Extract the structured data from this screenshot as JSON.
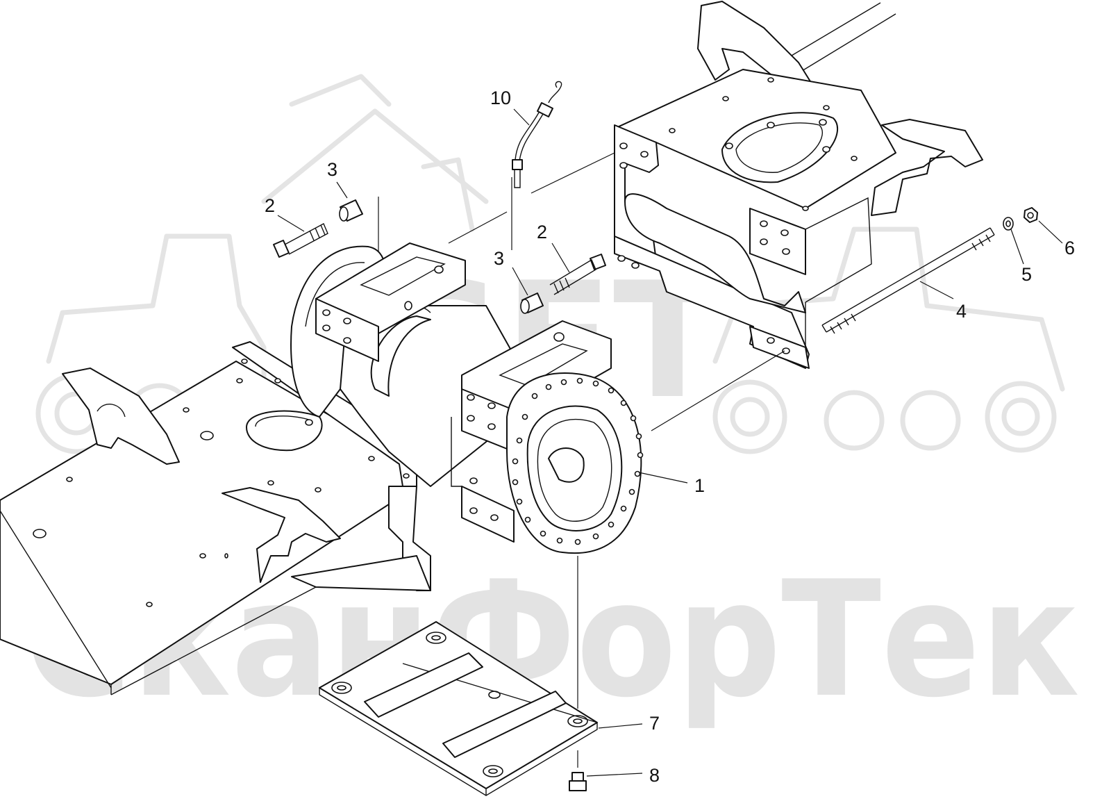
{
  "watermark": {
    "text": "СканФорТек",
    "logo_text": "SFT",
    "color": "#e3e3e3"
  },
  "callouts": [
    {
      "id": "c10",
      "label": "10"
    },
    {
      "id": "c3a",
      "label": "3"
    },
    {
      "id": "c2a",
      "label": "2"
    },
    {
      "id": "c2b",
      "label": "2"
    },
    {
      "id": "c3b",
      "label": "3"
    },
    {
      "id": "c6",
      "label": "6"
    },
    {
      "id": "c5",
      "label": "5"
    },
    {
      "id": "c4",
      "label": "4"
    },
    {
      "id": "c1",
      "label": "1"
    },
    {
      "id": "c7",
      "label": "7"
    },
    {
      "id": "c8",
      "label": "8"
    }
  ],
  "colors": {
    "line": "#111111",
    "background": "#ffffff",
    "watermark": "#e3e3e3"
  }
}
